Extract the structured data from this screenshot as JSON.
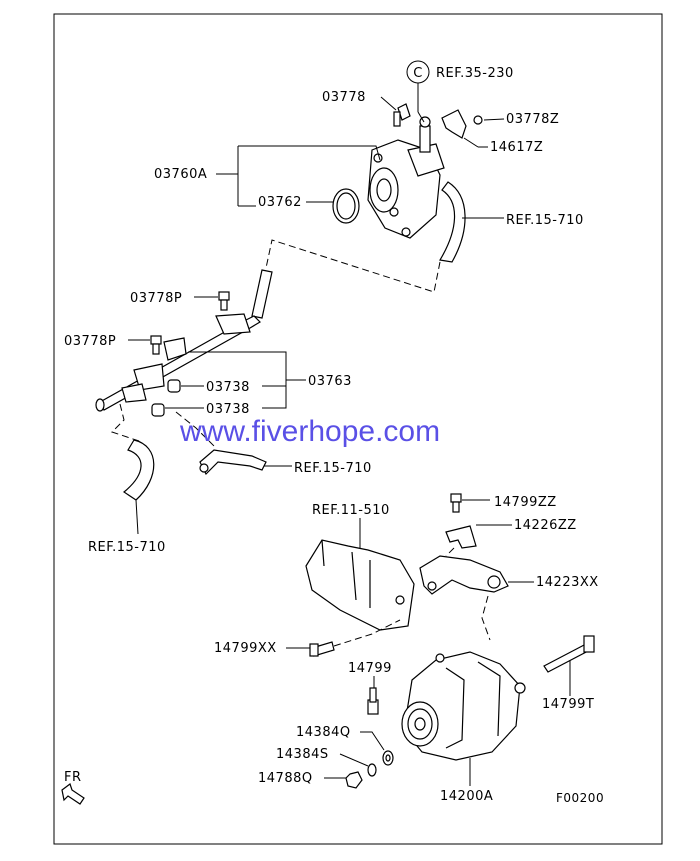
{
  "labels": {
    "ref_35_230": "REF.35-230",
    "circle_c": "C",
    "p03778": "03778",
    "p03778z": "03778Z",
    "p14617z": "14617Z",
    "p03760a": "03760A",
    "p03762": "03762",
    "ref_15_710_a": "REF.15-710",
    "p03778p_a": "03778P",
    "p03778p_b": "03778P",
    "p03763": "03763",
    "p03738_a": "03738",
    "p03738_b": "03738",
    "ref_15_710_b": "REF.15-710",
    "ref_15_710_c": "REF.15-710",
    "p14799zz": "14799ZZ",
    "ref_11_510": "REF.11-510",
    "p14226zz": "14226ZZ",
    "p14223xx": "14223XX",
    "p14799xx": "14799XX",
    "p14799": "14799",
    "p14799t": "14799T",
    "p14384q": "14384Q",
    "p14384s": "14384S",
    "p14788q": "14788Q",
    "p14200a": "14200A",
    "fr": "FR",
    "figure_code": "F00200"
  },
  "watermark": "www.fiverhope.com",
  "colors": {
    "line": "#000000",
    "watermark": "#5a50e6",
    "background": "#ffffff"
  }
}
